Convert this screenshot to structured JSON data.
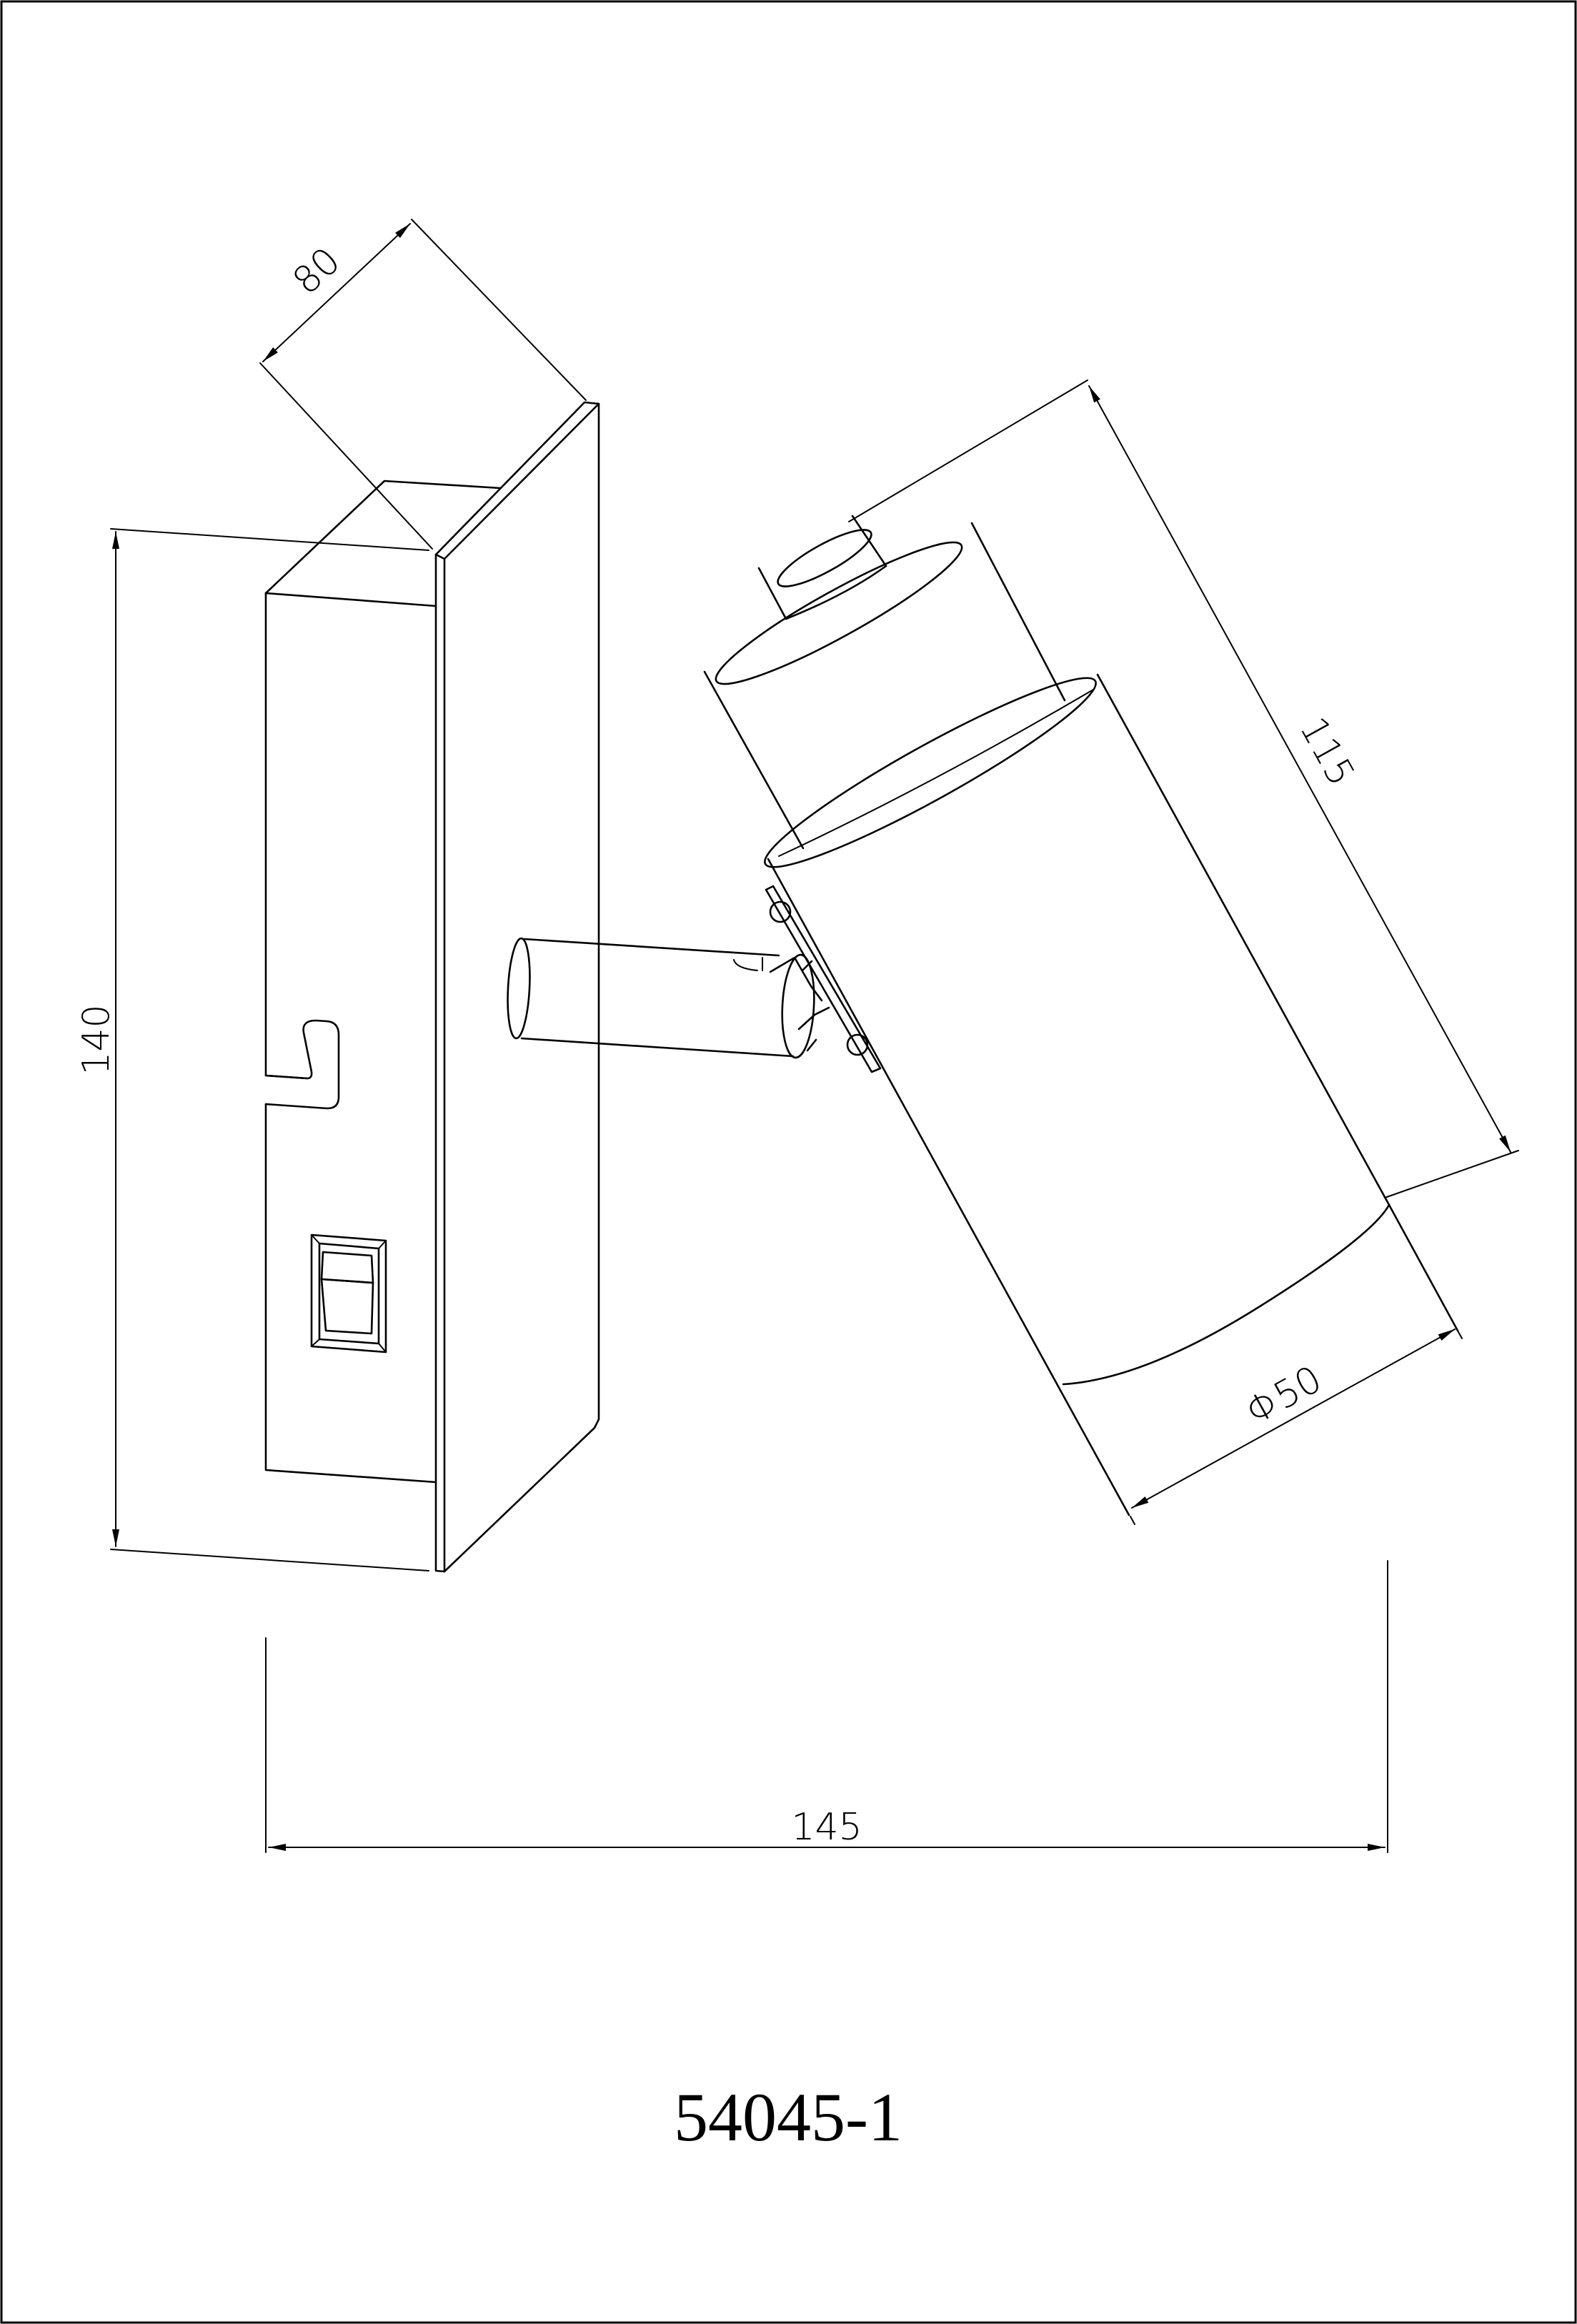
{
  "drawing": {
    "model_number": "54045-1",
    "dimensions": {
      "depth": "80",
      "height": "140",
      "head_length": "115",
      "head_diameter": "Φ50",
      "overall_width": "145"
    }
  }
}
